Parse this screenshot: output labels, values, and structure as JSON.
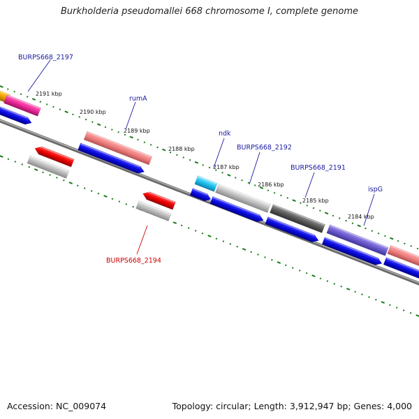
{
  "title": "Burkholderia pseudomallei 668 chromosome I, complete genome",
  "footer": {
    "accession": "Accession: NC_009074",
    "stats": "Topology: circular; Length: 3,912,947 bp; Genes: 4,000"
  },
  "ticks": [
    "2191 kbp",
    "2190 kbp",
    "2189 kbp",
    "2188 kbp",
    "2187 kbp",
    "2186 kbp",
    "2185 kbp",
    "2184 kbp"
  ],
  "gene_labels": [
    {
      "name": "BURPS668_2197",
      "color": "#1a1aa0"
    },
    {
      "name": "rumA",
      "color": "#1a1aa0"
    },
    {
      "name": "ndk",
      "color": "#1a1aa0"
    },
    {
      "name": "BURPS668_2192",
      "color": "#1a1aa0"
    },
    {
      "name": "BURPS668_2191",
      "color": "#1a1aa0"
    },
    {
      "name": "ispG",
      "color": "#1a1aa0"
    },
    {
      "name": "BURPS668_2194",
      "color": "#cc0000"
    }
  ],
  "colors": {
    "backbone": "#7a7a7a",
    "tick": "#1a7a1a",
    "cds": "#1010e0",
    "red_gene": "#ee0000"
  }
}
